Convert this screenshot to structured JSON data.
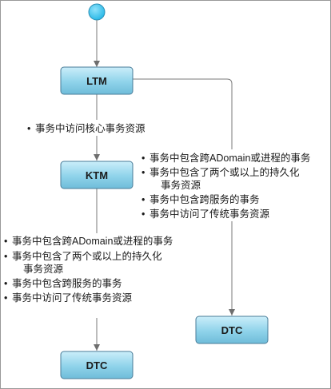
{
  "diagram": {
    "nodes": {
      "ltm": "LTM",
      "ktm": "KTM",
      "dtc_left": "DTC",
      "dtc_right": "DTC"
    },
    "bullet": "•",
    "notes": {
      "ltm_to_ktm": [
        "事务中访问核心事务资源"
      ],
      "ltm_to_dtc": [
        "事务中包含跨ADomain或进程的事务",
        "事务中包含了两个或以上的持久化",
        "事务资源",
        "事务中包含跨服务的事务",
        "事务中访问了传统事务资源"
      ],
      "ktm_to_dtc": [
        "事务中包含跨ADomain或进程的事务",
        "事务中包含了两个或以上的持久化",
        "事务资源",
        "事务中包含跨服务的事务",
        "事务中访问了传统事务资源"
      ]
    },
    "colors": {
      "node_fill": "#7ec8e3",
      "node_fill_light": "#c9ecf8",
      "node_border": "#4a7c98",
      "start_fill": "#3cc4ec",
      "edge": "#7a7a7a",
      "frame": "#999999"
    }
  }
}
